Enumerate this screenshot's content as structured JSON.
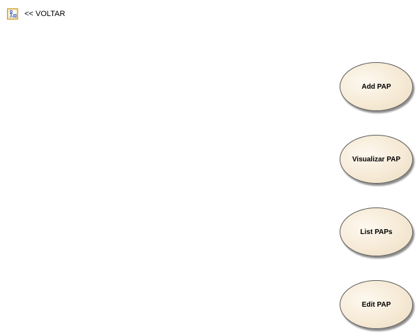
{
  "navigation": {
    "back_label": "<< VOLTAR",
    "back_icon": "diagram-link-icon"
  },
  "use_cases": [
    {
      "label": "Add PAP"
    },
    {
      "label": "Visualizar PAP"
    },
    {
      "label": "List PAPs"
    },
    {
      "label": "Edit PAP"
    }
  ],
  "colors": {
    "use_case_fill": "#f6ead6",
    "use_case_border": "#5a5a5a",
    "icon_frame": "#c8962a",
    "icon_glyph": "#3a5fb0"
  }
}
